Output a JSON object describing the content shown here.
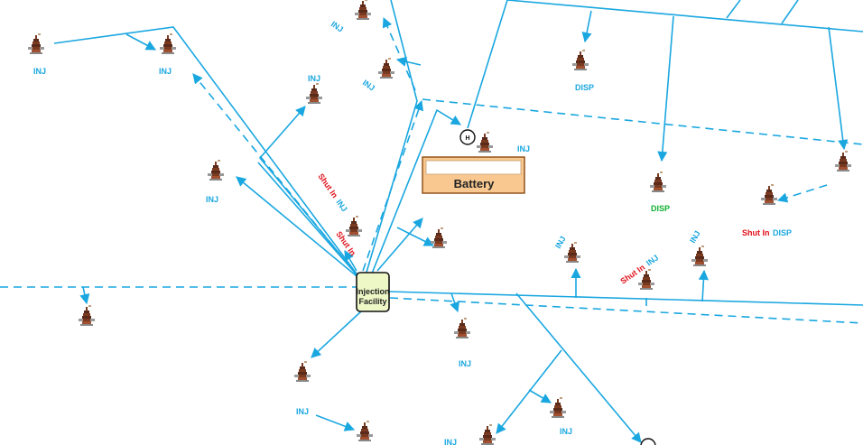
{
  "facility": {
    "line1": "Injection",
    "line2": "Facility"
  },
  "battery": {
    "label": "Battery"
  },
  "hub_marker": {
    "letter": "H"
  },
  "labels": {
    "inj": "INJ",
    "disp": "DISP",
    "shut_in": "Shut In",
    "shut_in_inj": "INJ",
    "shut_in_disp": "DISP"
  },
  "colors": {
    "pipe": "#1aa7e0",
    "shut_in": "#e0101a",
    "disp_active": "#10b030",
    "facility_fill": "#eef7c6",
    "battery_fill": "#f8c890",
    "battery_border": "#c07020",
    "well": "#5a2a1a"
  },
  "icons": {
    "well": "oil-well-icon",
    "hub": "circle-h-icon"
  }
}
